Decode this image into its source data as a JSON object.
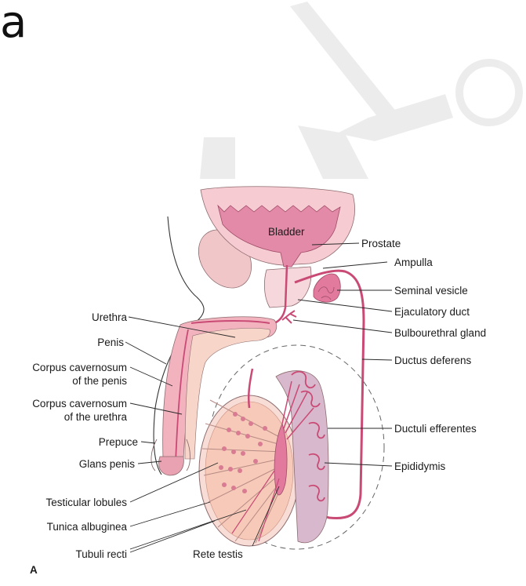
{
  "slide": {
    "heading_fragment": "a"
  },
  "figure": {
    "panel_letter": "A",
    "labels": {
      "bladder": "Bladder",
      "prostate": "Prostate",
      "ampulla": "Ampulla",
      "seminal_vesicle": "Seminal vesicle",
      "ejaculatory_duct": "Ejaculatory duct",
      "bulbourethral_gland": "Bulbourethral gland",
      "ductus_deferens": "Ductus deferens",
      "ductuli_efferentes": "Ductuli efferentes",
      "epididymis": "Epididymis",
      "urethra": "Urethra",
      "penis": "Penis",
      "cc_penis_1": "Corpus cavernosum",
      "cc_penis_2": "of the penis",
      "cc_urethra_1": "Corpus cavernosum",
      "cc_urethra_2": "of the urethra",
      "prepuce": "Prepuce",
      "glans_penis": "Glans penis",
      "testicular_lobules": "Testicular lobules",
      "tunica_albuginea": "Tunica albuginea",
      "tubuli_recti": "Tubuli recti",
      "rete_testis": "Rete testis"
    }
  }
}
